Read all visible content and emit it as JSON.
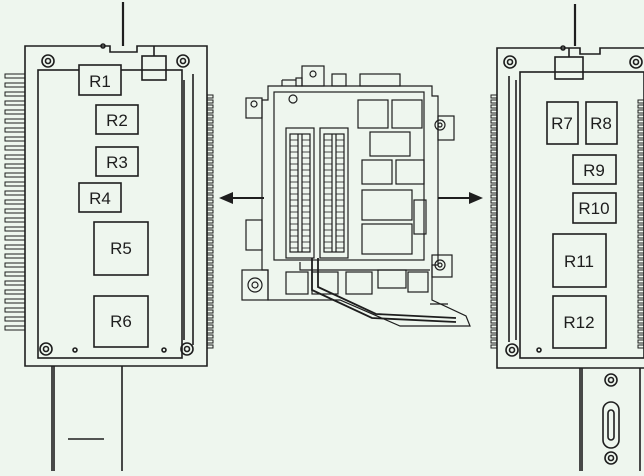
{
  "diagram": {
    "colors": {
      "background": "#eef6ee",
      "line": "#1e1e1e",
      "relay_fill": "#eef6ee"
    },
    "left_block": {
      "relays": [
        {
          "label": "R1"
        },
        {
          "label": "R2"
        },
        {
          "label": "R3"
        },
        {
          "label": "R4"
        },
        {
          "label": "R5"
        },
        {
          "label": "R6"
        }
      ]
    },
    "right_block": {
      "relays": [
        {
          "label": "R7"
        },
        {
          "label": "R8"
        },
        {
          "label": "R9"
        },
        {
          "label": "R10"
        },
        {
          "label": "R11"
        },
        {
          "label": "R12"
        }
      ]
    },
    "center_block": {
      "icon": "fuse-box-top-view-icon"
    },
    "arrows": [
      "arrow-left-icon",
      "arrow-right-icon"
    ]
  }
}
